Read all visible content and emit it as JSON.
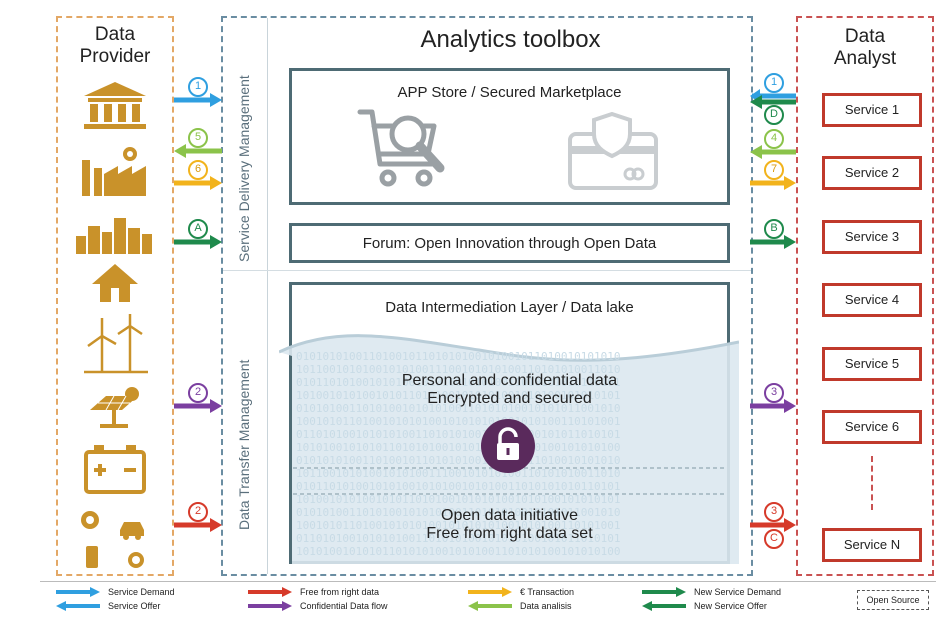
{
  "provider": {
    "title_line1": "Data",
    "title_line2": "Provider"
  },
  "analyst": {
    "title_line1": "Data",
    "title_line2": "Analyst"
  },
  "toolbox": {
    "title": "Analytics toolbox",
    "service_delivery_label": "Service Delivery Management",
    "data_transfer_label": "Data Transfer Management",
    "app_store": "APP Store / Secured Marketplace",
    "forum": "Forum: Open Innovation through Open Data",
    "intermediation": "Data Intermediation Layer / Data lake",
    "personal_line1": "Personal and confidential data",
    "personal_line2": "Encrypted and secured",
    "open_line1": "Open data initiative",
    "open_line2": "Free from right data set"
  },
  "services": [
    "Service 1",
    "Service 2",
    "Service 3",
    "Service 4",
    "Service 5",
    "Service 6",
    "Service N"
  ],
  "left_markers": [
    "1",
    "5",
    "6",
    "A",
    "2",
    "2"
  ],
  "right_markers": [
    "1",
    "D",
    "4",
    "7",
    "B",
    "3",
    "3",
    "C"
  ],
  "legend": [
    {
      "label": "Service Demand",
      "color": "#2f9fe0"
    },
    {
      "label": "Service Offer",
      "color": "#2f9fe0"
    },
    {
      "label": "Free from right data",
      "color": "#d63a2a"
    },
    {
      "label": "Confidential Data flow",
      "color": "#7b3fa0"
    },
    {
      "label": "€ Transaction",
      "color": "#f2b31c"
    },
    {
      "label": "Data analisis",
      "color": "#8bc34a"
    },
    {
      "label": "New Service Demand",
      "color": "#1f8a4c"
    },
    {
      "label": "New Service Offer",
      "color": "#1f8a4c"
    },
    {
      "label": "Open Source"
    }
  ],
  "colors": {
    "gold": "#c9922a",
    "slate": "#4e6b74",
    "service_red": "#c0392b",
    "lock_purple": "#5a2a5c"
  }
}
